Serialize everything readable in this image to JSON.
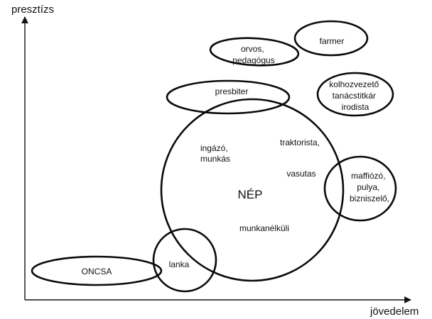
{
  "axes": {
    "y_label": "presztízs",
    "x_label": "jövedelem"
  },
  "groups": [
    {
      "id": "orvos",
      "lines": [
        "orvos,",
        "pedagógus"
      ]
    },
    {
      "id": "farmer",
      "lines": [
        "farmer"
      ]
    },
    {
      "id": "kolhoz",
      "lines": [
        "kolhozvezető",
        "tanácstitkár",
        "irodista"
      ]
    },
    {
      "id": "presbiter",
      "lines": [
        "presbiter"
      ]
    },
    {
      "id": "nep",
      "lines": [
        "NÉP"
      ]
    },
    {
      "id": "maffiozo",
      "lines": [
        "maffiózó,",
        "pulya,",
        "bizniszelő,"
      ]
    },
    {
      "id": "lanka",
      "lines": [
        "lanka"
      ]
    },
    {
      "id": "oncsa",
      "lines": [
        "ONCSA"
      ]
    }
  ],
  "nep_members": [
    {
      "id": "ingazo",
      "lines": [
        "ingázó,",
        "munkás"
      ]
    },
    {
      "id": "traktorista",
      "lines": [
        "traktorista,"
      ]
    },
    {
      "id": "vasutas",
      "lines": [
        "vasutas"
      ]
    },
    {
      "id": "munkanelkuli",
      "lines": [
        "munkanélküli"
      ]
    }
  ],
  "colors": {
    "stroke": "#0a0a0a",
    "background": "#ffffff"
  }
}
